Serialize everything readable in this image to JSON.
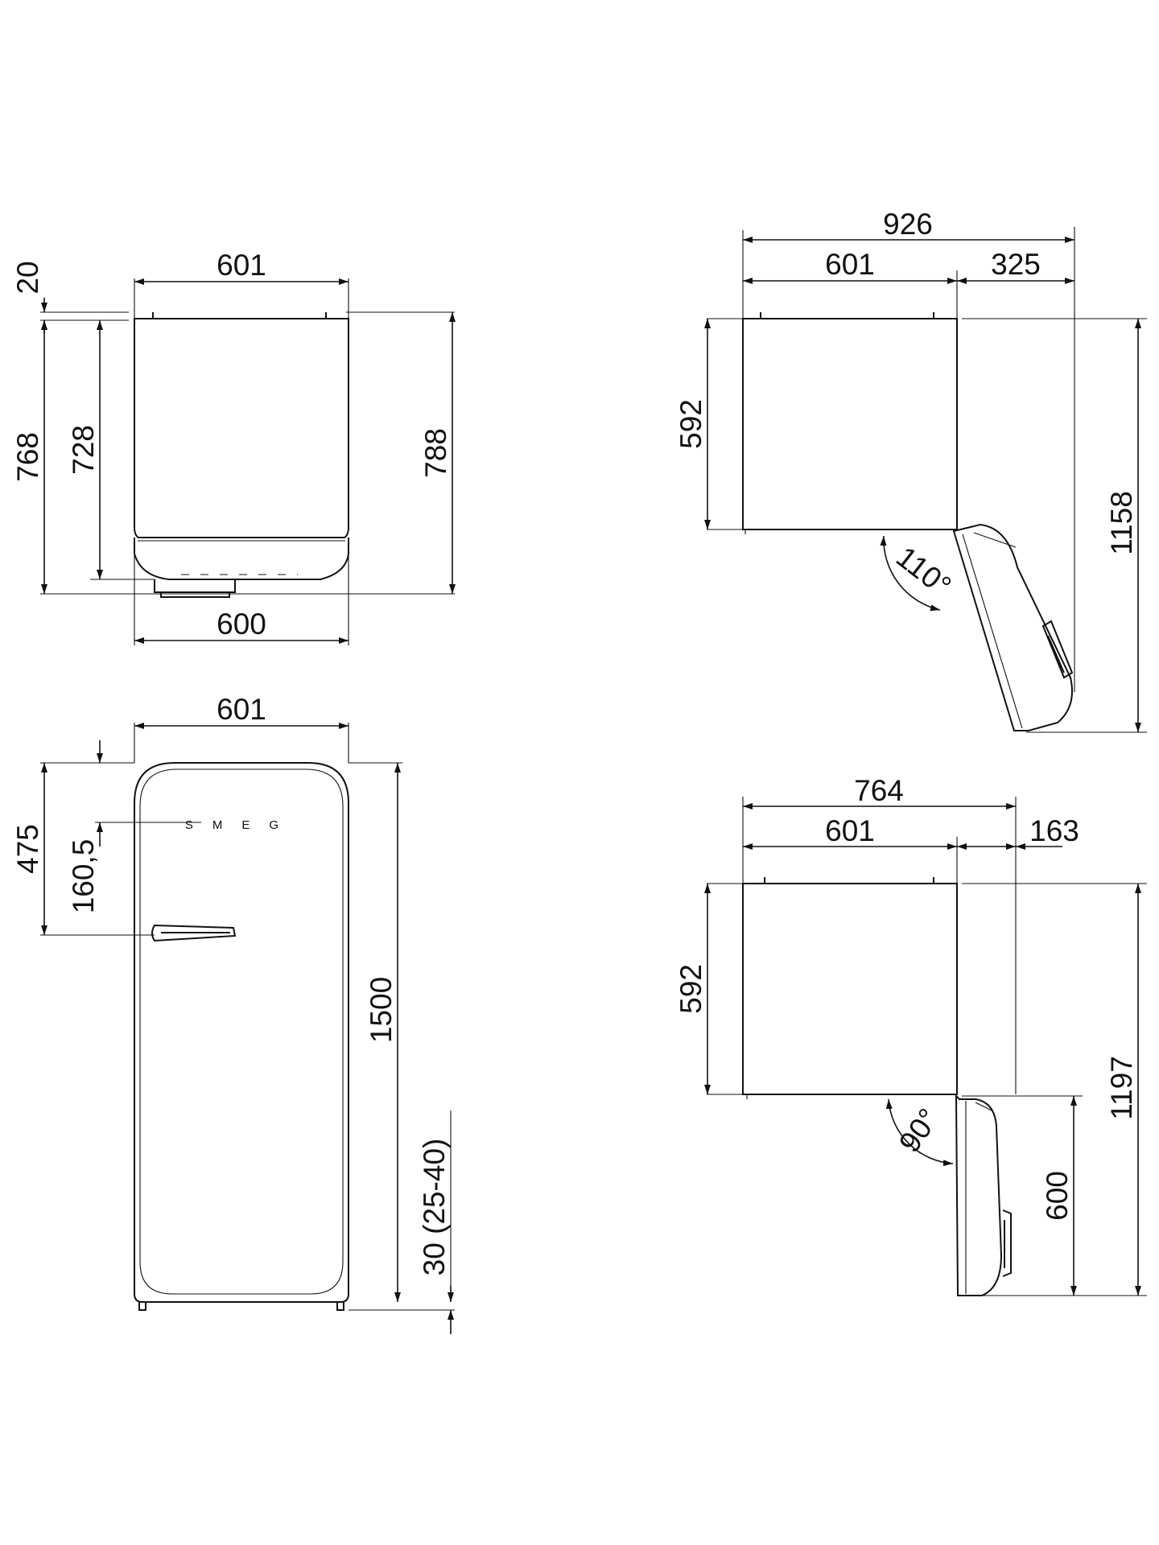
{
  "colors": {
    "line": "#111111",
    "background": "#ffffff"
  },
  "views": {
    "top_closed": {
      "width_top": "601",
      "width_bottom": "600",
      "hinge_offset": "20",
      "depth_total": "768",
      "depth_body": "728",
      "depth_with_hinges": "788"
    },
    "front": {
      "width": "601",
      "logo_offset": "160,5",
      "handle_offset": "475",
      "height": "1500",
      "feet": "30 (25-40)",
      "logo_text": "SMEG"
    },
    "top_open_110": {
      "overall_width": "926",
      "body_width": "601",
      "door_projection": "325",
      "body_depth": "592",
      "open_depth": "1158",
      "angle": "110°"
    },
    "top_open_90": {
      "overall_width": "764",
      "body_width": "601",
      "door_projection": "163",
      "body_depth": "592",
      "open_depth": "1197",
      "door_width": "600",
      "angle": "90°"
    }
  }
}
